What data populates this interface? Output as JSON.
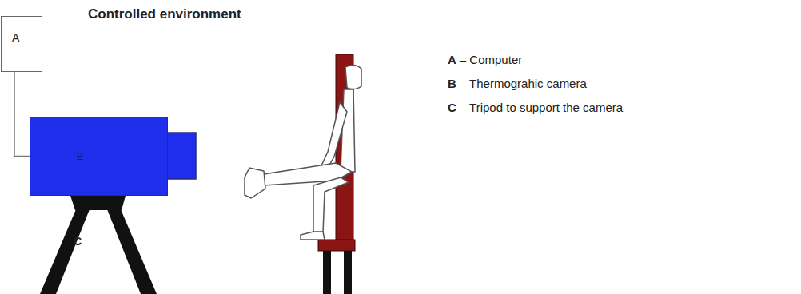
{
  "diagram": {
    "title": "Controlled environment",
    "nodes": [
      {
        "text": [
          "A"
        ]
      },
      {
        "text": [
          "B"
        ]
      }
    ],
    "edges": [
      {
        "from": 0,
        "to": 1,
        "arrow": "none"
      }
    ],
    "labels": [
      "C",
      "A",
      "– Computer",
      "B",
      "– Thermograhic camera",
      "C",
      "– Tripod to support the camera"
    ]
  }
}
